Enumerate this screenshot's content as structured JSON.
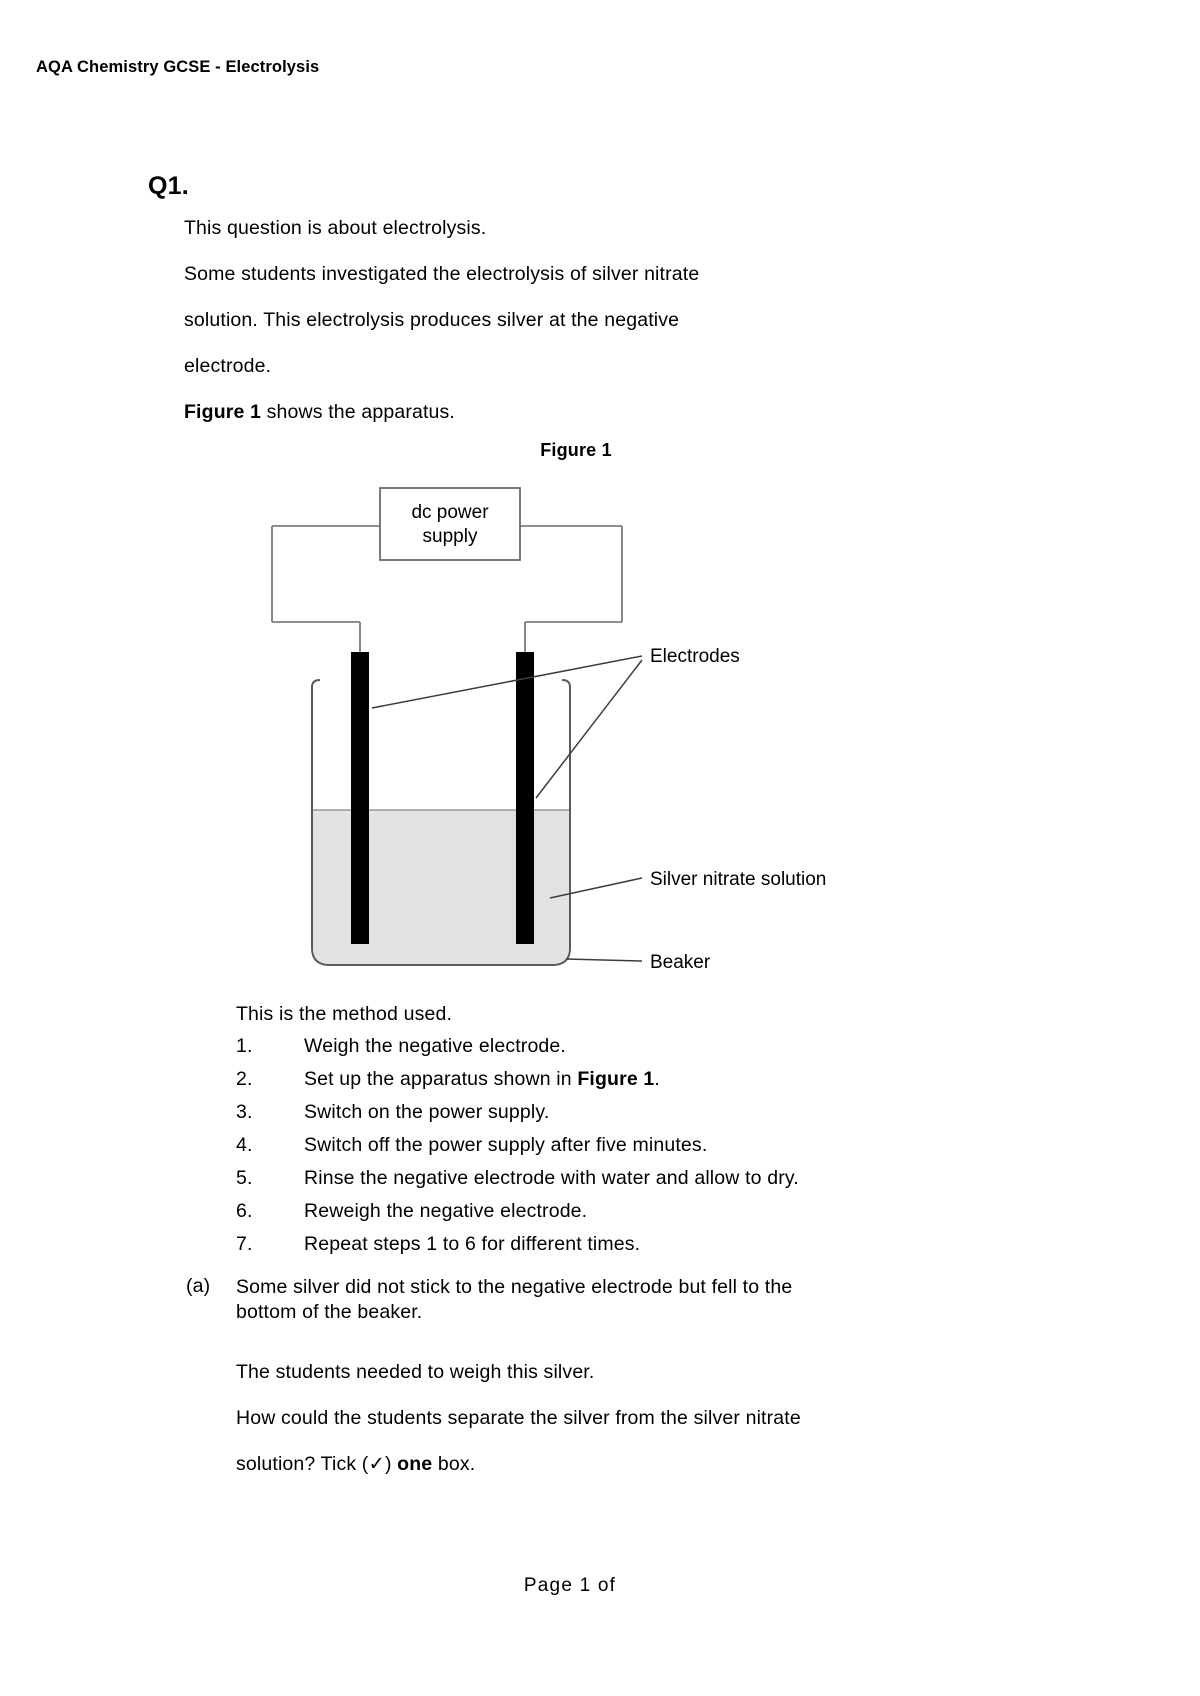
{
  "header": {
    "title": "AQA Chemistry GCSE - Electrolysis"
  },
  "question": {
    "number": "Q1.",
    "intro_lines": [
      "This question is about electrolysis.",
      "Some students investigated the electrolysis of silver nitrate",
      "solution. This electrolysis produces silver at the negative",
      "electrode."
    ],
    "figure_sentence": {
      "bold": "Figure 1",
      "rest": " shows the apparatus."
    }
  },
  "figure": {
    "caption": "Figure 1",
    "power_supply_line1": "dc power",
    "power_supply_line2": "supply",
    "labels": {
      "electrodes": "Electrodes",
      "solution": "Silver nitrate solution",
      "beaker": "Beaker"
    },
    "colors": {
      "electrode": "#000000",
      "solution_fill": "#e2e2e2",
      "outline": "#5a5a5a",
      "box_outline": "#6b6b6b"
    }
  },
  "method": {
    "intro": "This is the method used.",
    "steps": [
      {
        "num": "1.",
        "text": "Weigh the negative electrode.",
        "bold": "",
        "tail": ""
      },
      {
        "num": "2.",
        "pre": "Set up the apparatus shown in ",
        "bold": "Figure 1",
        "tail": "."
      },
      {
        "num": "3.",
        "text": "Switch on the power supply."
      },
      {
        "num": "4.",
        "text": "Switch off the power supply after five minutes."
      },
      {
        "num": "5.",
        "text": "Rinse the negative electrode with water and allow to dry."
      },
      {
        "num": "6.",
        "text": "Reweigh the negative electrode."
      },
      {
        "num": "7.",
        "text": "Repeat steps 1 to 6 for different times."
      }
    ]
  },
  "part_a": {
    "label": "(a)",
    "line1": "Some silver did not stick to the negative electrode but fell to the",
    "line2": "bottom of the beaker.",
    "line3": "The students needed to weigh this silver.",
    "line4": "How could the students separate the silver from the silver nitrate",
    "line5_pre": "solution? Tick (✓) ",
    "line5_bold": "one",
    "line5_tail": " box."
  },
  "footer": {
    "text": "Page  1  of"
  }
}
